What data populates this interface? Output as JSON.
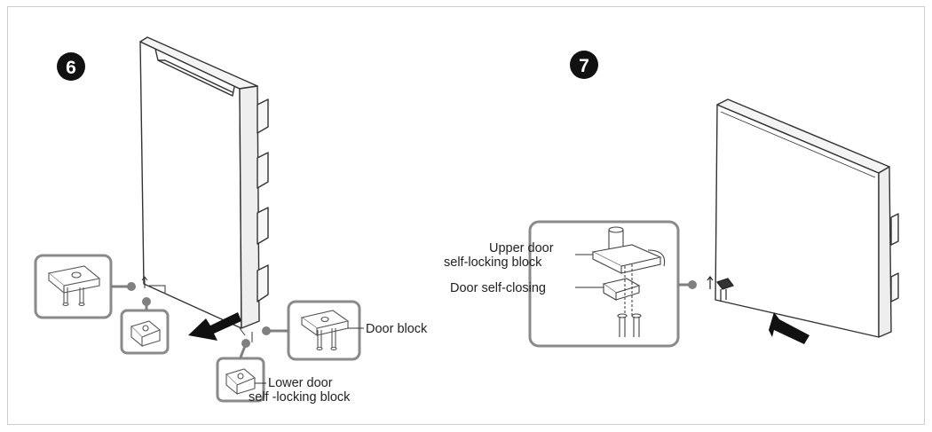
{
  "steps": [
    {
      "number": "6"
    },
    {
      "number": "7"
    }
  ],
  "labels": {
    "door_block": "Door block",
    "lower_door_line1": "Lower door",
    "lower_door_line2": "self -locking block",
    "upper_door_line1": "Upper door",
    "upper_door_line2": "self-locking block",
    "door_self_closing": "Door self-closing"
  },
  "colors": {
    "line": "#333333",
    "callout_border": "#8a8a8a",
    "callout_dot": "#808080",
    "step_badge": "#111111"
  }
}
